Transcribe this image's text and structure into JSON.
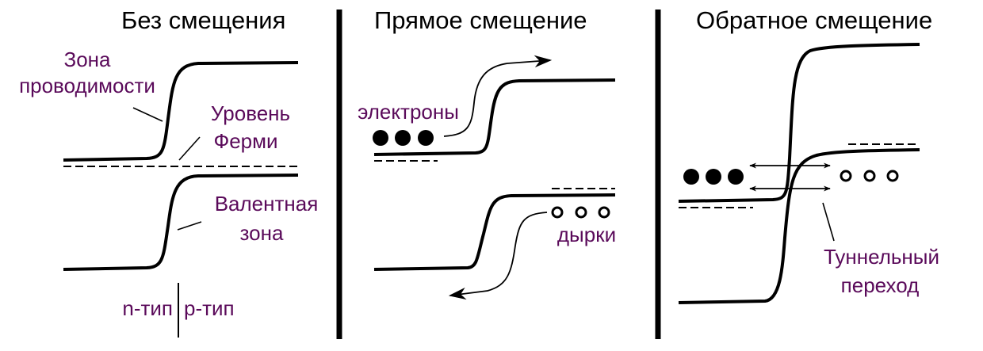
{
  "panels": {
    "no_bias": {
      "title": "Без смещения"
    },
    "forward": {
      "title": "Прямое смещение"
    },
    "reverse": {
      "title": "Обратное смещение"
    }
  },
  "labels": {
    "conduction_band_line1": "Зона",
    "conduction_band_line2": "проводимости",
    "fermi_line1": "Уровень",
    "fermi_line2": "Ферми",
    "valence_line1": "Валентная",
    "valence_line2": "зона",
    "n_type": "n-тип",
    "p_type": "p-тип",
    "electrons": "электроны",
    "holes": "дырки",
    "tunnel_line1": "Туннельный",
    "tunnel_line2": "переход"
  },
  "colors": {
    "label_text": "#5a0a5a",
    "line": "#000000"
  }
}
